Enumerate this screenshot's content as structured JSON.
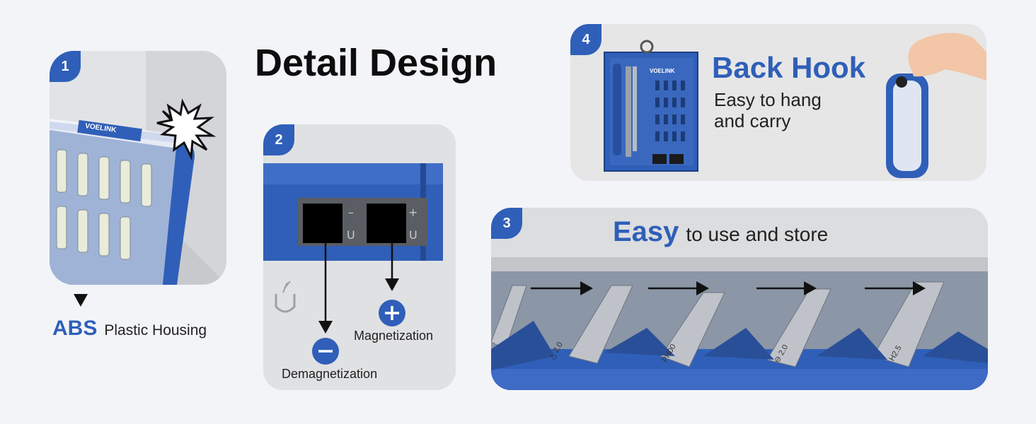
{
  "heading": "Detail Design",
  "panel1": {
    "number": "1",
    "brand": "VOELINK",
    "caption_bold": "ABS",
    "caption_rest": "Plastic Housing"
  },
  "panel2": {
    "number": "2",
    "magnetization": "Magnetization",
    "demagnetization": "Demagnetization"
  },
  "panel3": {
    "number": "3",
    "title_bold": "Easy",
    "title_rest": "to use and store",
    "bit_labels": [
      "△ 2.0",
      "PH00",
      "⊖ 2.0",
      "H2.5"
    ]
  },
  "panel4": {
    "number": "4",
    "brand": "VOELINK",
    "title": "Back Hook",
    "desc_line1": "Easy to hang",
    "desc_line2": "and carry"
  },
  "colors": {
    "accent": "#2f5fb8",
    "background": "#f3f4f8",
    "panel": "#dcdddf",
    "dark": "#0d0d0d"
  }
}
